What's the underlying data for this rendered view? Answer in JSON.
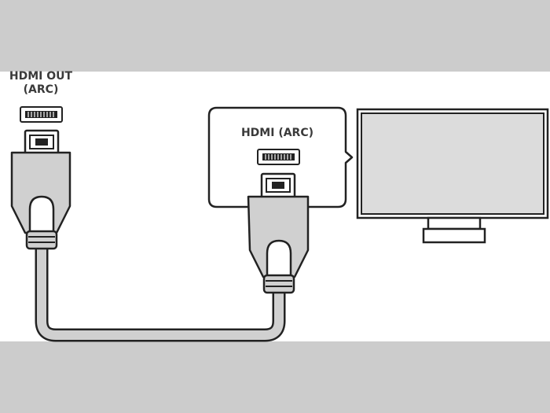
{
  "labels": {
    "source_port_line1": "HDMI OUT",
    "source_port_line2": "(ARC)",
    "tv_port": "HDMI (ARC)"
  },
  "colors": {
    "outer_background": "#cccccc",
    "panel_background": "#ffffff",
    "stroke": "#222222",
    "connector_fill": "#d0d0d0",
    "screen_fill": "#dcdcdc",
    "label_text": "#3a3a3a"
  },
  "icons": [
    "hdmi-port-icon",
    "hdmi-plug-icon",
    "tv-icon"
  ]
}
